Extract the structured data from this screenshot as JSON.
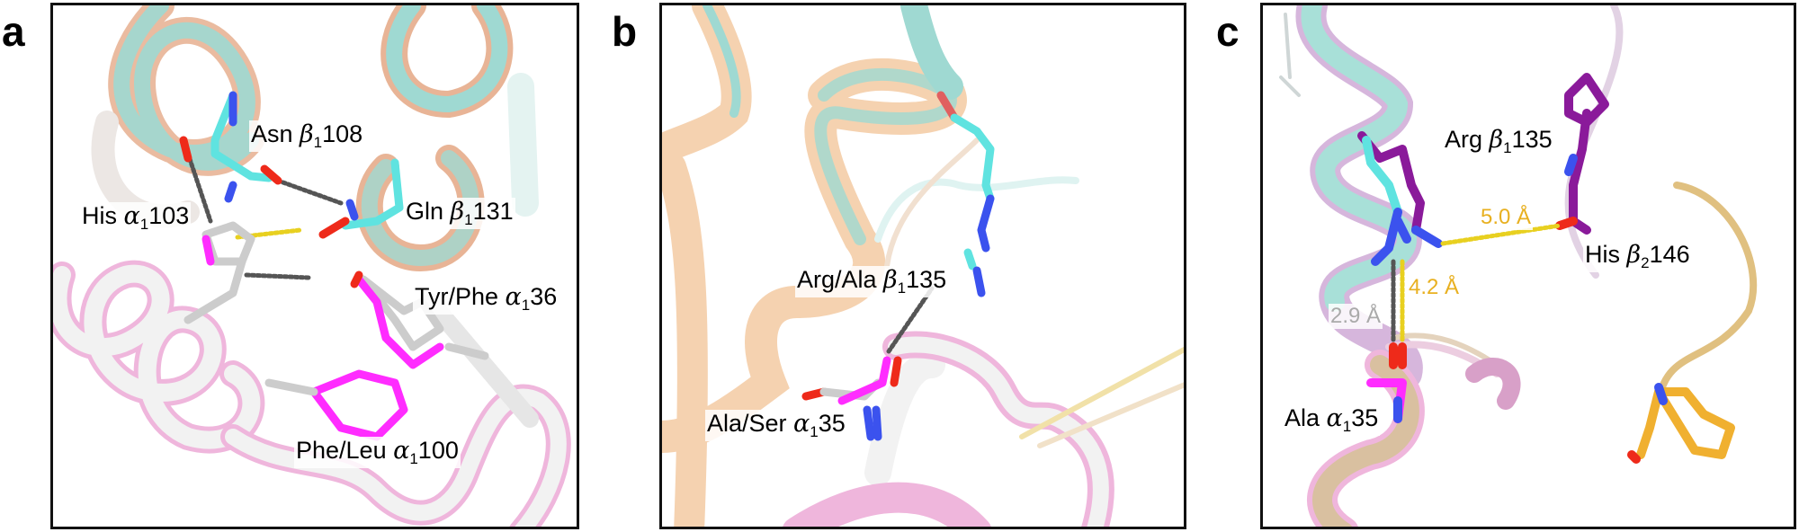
{
  "figure": {
    "colors": {
      "cyan_chain": "#5fe3e0",
      "teal_ribbon": "#9fd9d2",
      "salmon_ribbon": "#e8b496",
      "peach_ribbon": "#f5d2b0",
      "pink_ribbon": "#efb6dc",
      "white_ribbon": "#f2f2f2",
      "magenta_stick": "#ff2cff",
      "purple_stick": "#8a1a9a",
      "orange_stick": "#f0b030",
      "oxygen": "#ee2a1a",
      "nitrogen": "#3b52ee",
      "hbond_gray": "#555555",
      "hbond_yellow": "#e8d020",
      "distance_yellow": "#e8b020",
      "distance_gray": "#aaaaaa"
    },
    "panels": [
      {
        "letter": "a",
        "labels": {
          "asn": {
            "res": "Asn ",
            "greek": "β",
            "sub": "1",
            "num": "108"
          },
          "his": {
            "res": "His ",
            "greek": "α",
            "sub": "1",
            "num": "103"
          },
          "gln": {
            "res": "Gln ",
            "greek": "β",
            "sub": "1",
            "num": "131"
          },
          "tyr": {
            "res": "Tyr/Phe ",
            "greek": "α",
            "sub": "1",
            "num": "36"
          },
          "phe": {
            "res": "Phe/Leu ",
            "greek": "α",
            "sub": "1",
            "num": "100"
          }
        }
      },
      {
        "letter": "b",
        "labels": {
          "arg": {
            "res": "Arg/Ala ",
            "greek": "β",
            "sub": "1",
            "num": "135"
          },
          "ala": {
            "res": "Ala/Ser ",
            "greek": "α",
            "sub": "1",
            "num": "35"
          }
        }
      },
      {
        "letter": "c",
        "labels": {
          "arg": {
            "res": "Arg ",
            "greek": "β",
            "sub": "1",
            "num": "135"
          },
          "his": {
            "res": "His ",
            "greek": "β",
            "sub": "2",
            "num": "146"
          },
          "ala": {
            "res": "Ala ",
            "greek": "α",
            "sub": "1",
            "num": "35"
          }
        },
        "distances": {
          "d1": "5.0 Å",
          "d2": "4.2 Å",
          "d3": "2.9 Å"
        }
      }
    ]
  }
}
